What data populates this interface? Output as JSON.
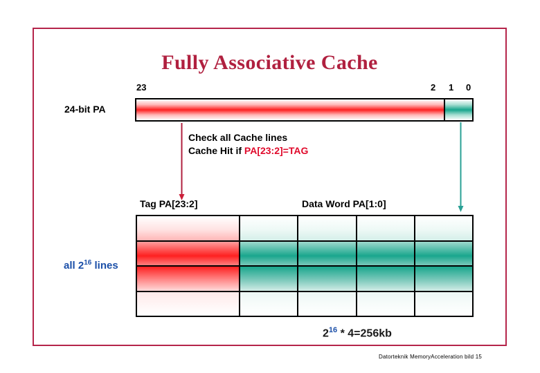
{
  "slide": {
    "title": "Fully Associative Cache",
    "footer": "Datorteknik MemoryAcceleration bild 15",
    "frame_color": "#b5244a",
    "title_color": "#b0203f"
  },
  "address": {
    "pa_label": "24-bit PA",
    "bits": {
      "msb": "23",
      "tag_lsb": "2",
      "word_hi": "1",
      "word_lo": "0"
    },
    "tag_field_color": "#fe2020",
    "word_field_color": "#16a58c"
  },
  "annotation": {
    "line1": "Check all Cache lines",
    "line2_prefix": "Cache Hit if ",
    "line2_highlight": "PA[23:2]=TAG",
    "highlight_color": "#e00a2b"
  },
  "arrows": {
    "tag_arrow": "down-arrow-red",
    "word_arrow": "down-arrow-teal",
    "tag_arrow_color": "#b0203f",
    "word_arrow_color": "#2aa095"
  },
  "table": {
    "tag_heading": "Tag  PA[23:2]",
    "data_heading": "Data Word PA[1:0]",
    "rows": 4,
    "data_columns": 4,
    "lines_label": {
      "prefix": "all 2",
      "exponent": "16",
      "suffix": " lines",
      "color": "#1b4fa8"
    }
  },
  "capacity": {
    "base": "2",
    "exponent": "16",
    "rest": " * 4=256kb"
  }
}
